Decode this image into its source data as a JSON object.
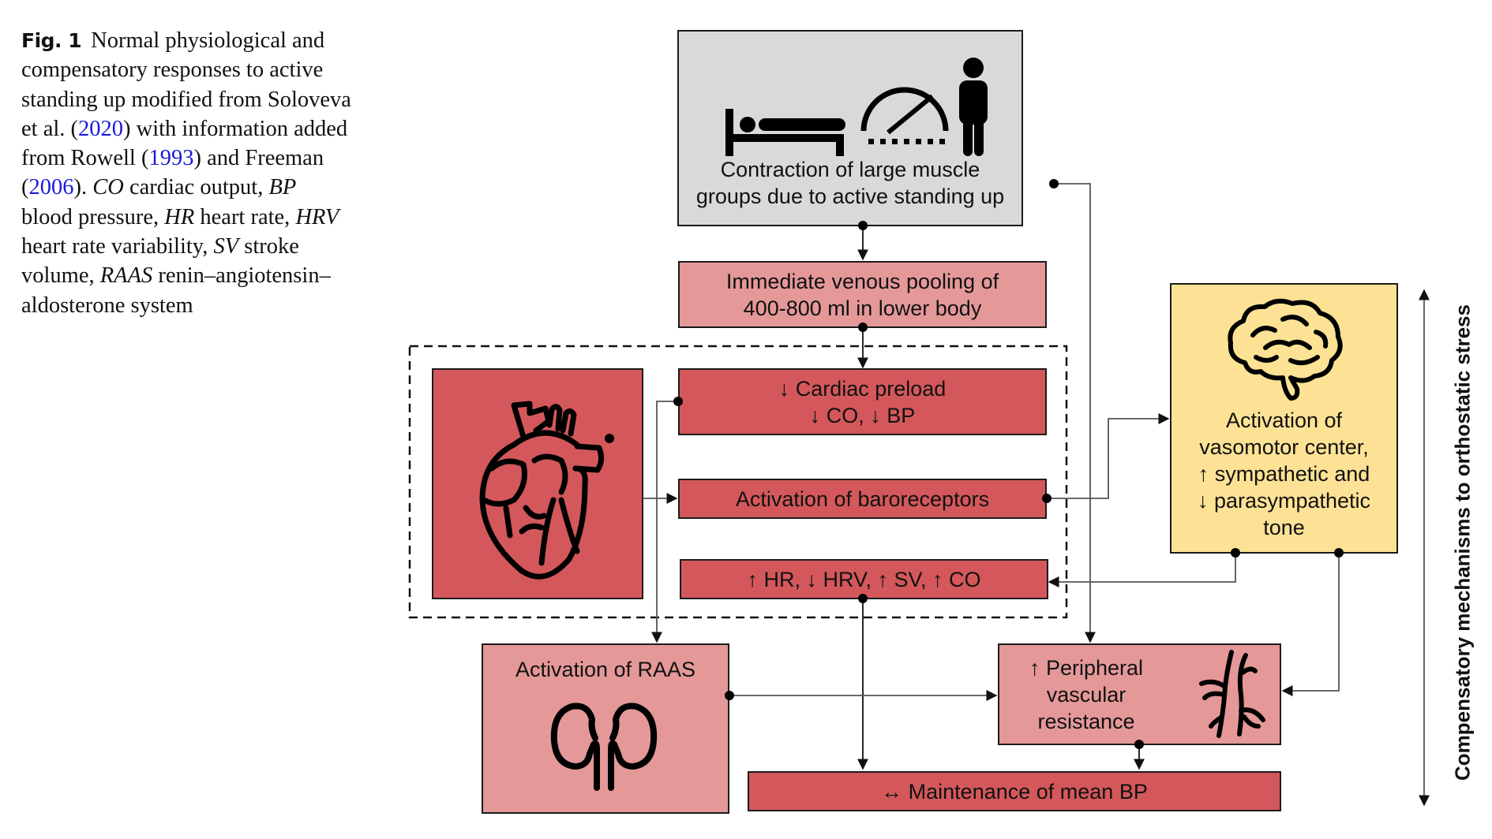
{
  "caption": {
    "label": "Fig. 1",
    "segments": [
      {
        "text": "Normal physiological and compensatory responses to active standing up modified from Soloveva et al. (",
        "style": "normal"
      },
      {
        "text": "2020",
        "style": "link"
      },
      {
        "text": ") with information added from Rowell (",
        "style": "normal"
      },
      {
        "text": "1993",
        "style": "link"
      },
      {
        "text": ") and Freeman (",
        "style": "normal"
      },
      {
        "text": "2006",
        "style": "link"
      },
      {
        "text": "). ",
        "style": "normal"
      },
      {
        "text": "CO",
        "style": "italic"
      },
      {
        "text": " cardiac output, ",
        "style": "normal"
      },
      {
        "text": "BP",
        "style": "italic"
      },
      {
        "text": " blood pressure, ",
        "style": "normal"
      },
      {
        "text": "HR",
        "style": "italic"
      },
      {
        "text": " heart rate, ",
        "style": "normal"
      },
      {
        "text": "HRV",
        "style": "italic"
      },
      {
        "text": " heart rate variability, ",
        "style": "normal"
      },
      {
        "text": "SV",
        "style": "italic"
      },
      {
        "text": " stroke volume, ",
        "style": "normal"
      },
      {
        "text": "RAAS",
        "style": "italic"
      },
      {
        "text": " renin–angiotensin–aldosterone system",
        "style": "normal"
      }
    ]
  },
  "nodes": {
    "standing": {
      "line1": "Contraction of large muscle",
      "line2": "groups due to active standing up",
      "icons": [
        "bed-lying-person-icon",
        "speedometer-icon",
        "standing-person-icon"
      ]
    },
    "venous": {
      "line1": "Immediate venous pooling of",
      "line2": "400-800 ml in lower body"
    },
    "preload": {
      "line1": "↓ Cardiac preload",
      "line2": "↓ CO, ↓ BP"
    },
    "heart": {
      "icon": "heart-icon"
    },
    "baroreceptors": {
      "text": "Activation of baroreceptors"
    },
    "hr": {
      "text": "↑ HR, ↓ HRV, ↑ SV, ↑ CO"
    },
    "vasomotor": {
      "lines": [
        "Activation of",
        "vasomotor center,",
        "↑ sympathetic and",
        "↓ parasympathetic",
        "tone"
      ],
      "icon": "brain-icon"
    },
    "raas": {
      "text": "Activation of RAAS",
      "icon": "kidneys-icon"
    },
    "pvr": {
      "lines": [
        "↑ Peripheral",
        "vascular",
        "resistance"
      ],
      "icon": "blood-vessel-icon"
    },
    "mean_bp": {
      "text": "↔ Maintenance of mean BP"
    }
  },
  "side_axis": {
    "label": "Compensatory mechanisms to orthostatic stress"
  },
  "colors": {
    "gray": "#d9d9d9",
    "light_red": "#e59898",
    "red": "#d4585b",
    "yellow": "#fde295",
    "citation_link": "#1a1adb"
  }
}
